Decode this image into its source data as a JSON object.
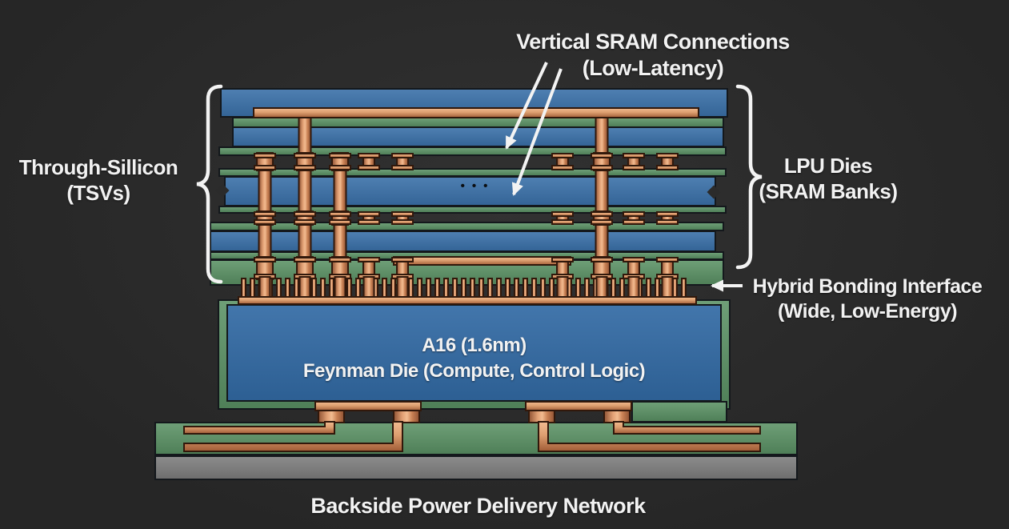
{
  "diagram": {
    "annotations": {
      "vertical_sram": {
        "line1": "Vertical SRAM Connections",
        "line2": "(Low-Latency)"
      },
      "tsv": {
        "line1": "Through-Sillicon",
        "line2": "(TSVs)"
      },
      "lpu_dies": {
        "line1": "LPU Dies",
        "line2": "(SRAM Banks)"
      },
      "hybrid_bonding": {
        "line1": "Hybrid Bonding Interface",
        "line2": "(Wide, Low-Energy)"
      },
      "feynman_die": {
        "line1": "A16 (1.6nm)",
        "line2": "Feynman Die (Compute, Control Logic)"
      },
      "backside_label": "Backside Power Delivery Network",
      "ellipsis": "•••"
    },
    "colors": {
      "background": "#2b2b2b",
      "layer-blue": "#3a70a8",
      "die-blue": "#326aa4",
      "layer-green": "#5a9164",
      "base-gray": "#7e7e7e",
      "copper-light": "#f2bb90",
      "copper-dark": "#8f5233",
      "outline": "#14181c",
      "copper-outline": "#31180b",
      "text": "#f2f2f2"
    }
  }
}
